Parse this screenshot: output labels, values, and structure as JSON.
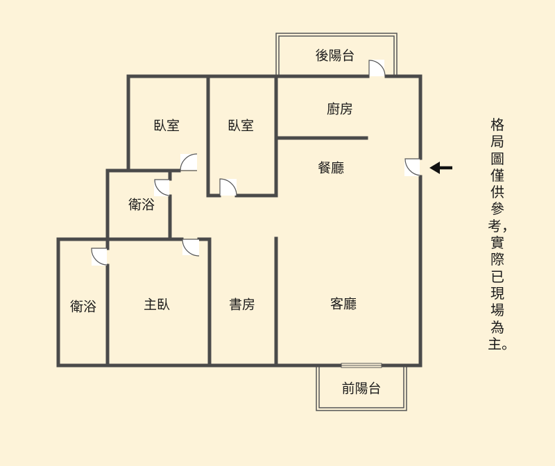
{
  "rooms": {
    "rear_balcony": "後陽台",
    "kitchen": "廚房",
    "bedroom_left": "臥室",
    "bedroom_right": "臥室",
    "dining": "餐廳",
    "bath_upper": "衛浴",
    "bath_lower": "衛浴",
    "master_bedroom": "主臥",
    "study": "書房",
    "living": "客廳",
    "front_balcony": "前陽台"
  },
  "note": "格局圖僅供參考，實際已現場為主。",
  "colors": {
    "background": "#fdf3d9",
    "wall": "#4a4a4a",
    "balcony_line": "#555555",
    "text": "#1a1a1a"
  }
}
